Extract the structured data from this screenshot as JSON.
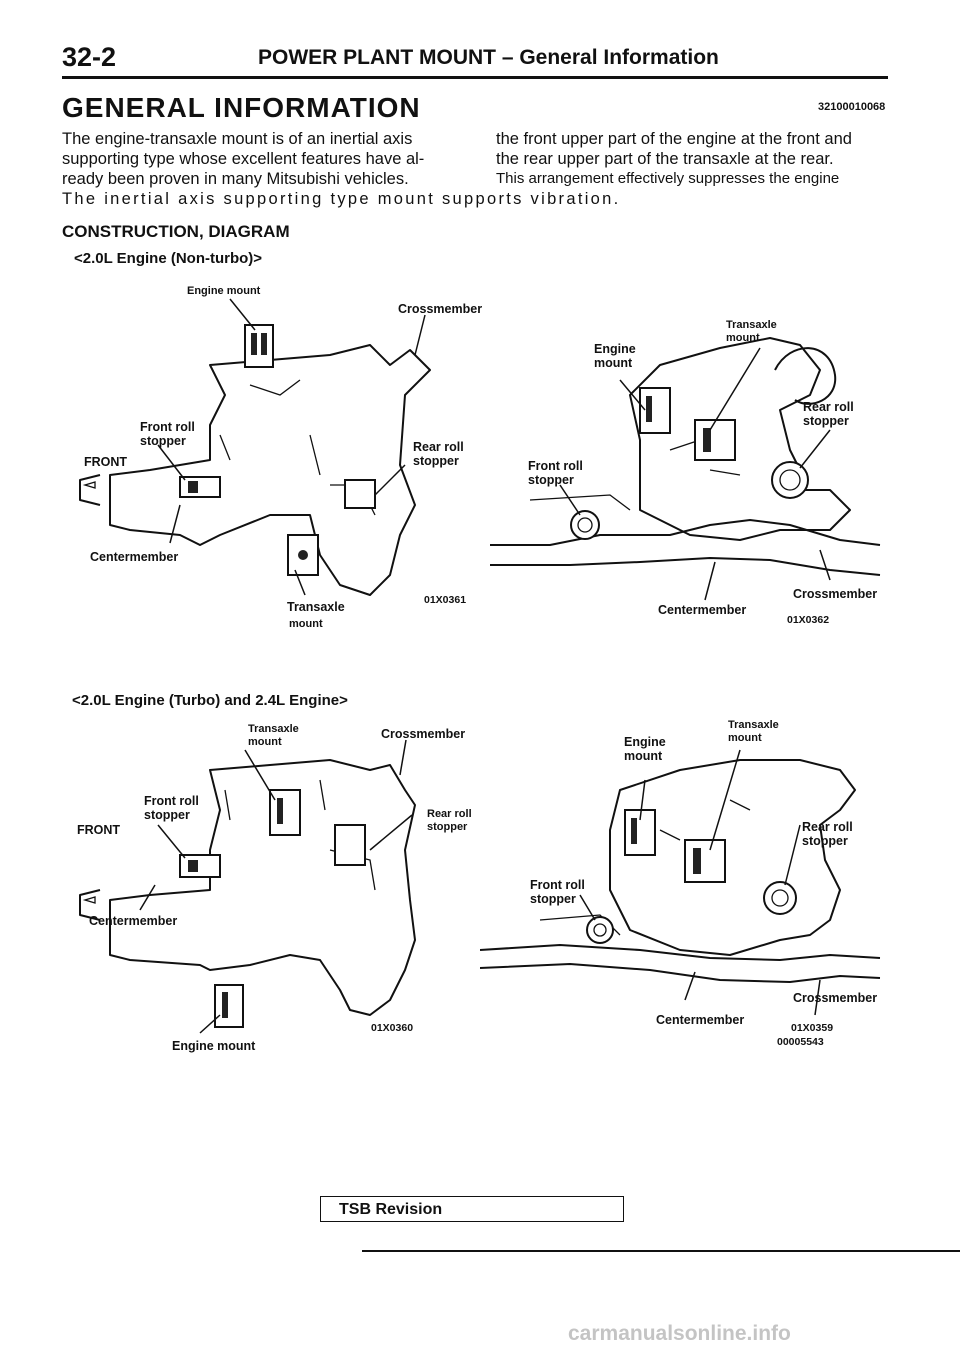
{
  "header": {
    "page_number": "32-2",
    "title": "POWER PLANT MOUNT – General Information"
  },
  "section": {
    "title": "GENERAL INFORMATION",
    "code": "32100010068"
  },
  "intro": {
    "left_lines": [
      "The engine-transaxle mount is of an inertial axis",
      "supporting type whose excellent features have al-",
      "ready been proven in many Mitsubishi vehicles.",
      "The inertial axis supporting type mount supports vibration."
    ],
    "right_lines": [
      "the front upper part of the engine at the front and",
      "the rear upper part of the transaxle at the rear.",
      "This arrangement effectively suppresses the engine"
    ]
  },
  "construction_title": "CONSTRUCTION, DIAGRAM",
  "variant_1": {
    "title": "<2.0L Engine (Non-turbo)>",
    "left_figure": {
      "labels": {
        "engine_mount": "Engine mount",
        "crossmember": "Crossmember",
        "front_roll_stopper": "Front roll\nstopper",
        "front": "FRONT",
        "rear_roll_stopper": "Rear roll\nstopper",
        "centermember": "Centermember",
        "transaxle": "Transaxle",
        "mount": "mount"
      },
      "code": "01X0361"
    },
    "right_figure": {
      "labels": {
        "transaxle_mount": "Transaxle\nmount",
        "engine_mount": "Engine\nmount",
        "rear_roll_stopper": "Rear roll\nstopper",
        "front_roll_stopper": "Front roll\nstopper",
        "crossmember": "Crossmember",
        "centermember": "Centermember"
      },
      "code": "01X0362"
    }
  },
  "variant_2": {
    "title": "<2.0L Engine (Turbo) and 2.4L Engine>",
    "left_figure": {
      "labels": {
        "transaxle_mount": "Transaxle\nmount",
        "crossmember": "Crossmember",
        "front_roll_stopper": "Front roll\nstopper",
        "front": "FRONT",
        "rear_roll_stopper": "Rear roll\nstopper",
        "centermember": "Centermember",
        "engine_mount": "Engine mount"
      },
      "code": "01X0360"
    },
    "right_figure": {
      "labels": {
        "transaxle_mount": "Transaxle\nmount",
        "engine_mount": "Engine\nmount",
        "rear_roll_stopper": "Rear roll\nstopper",
        "front_roll_stopper": "Front roll\nstopper",
        "crossmember": "Crossmember",
        "centermember": "Centermember"
      },
      "code": "01X0359",
      "code2": "00005543"
    }
  },
  "footer": {
    "tsb": "TSB Revision",
    "watermark": "carmanualsonline.info"
  }
}
